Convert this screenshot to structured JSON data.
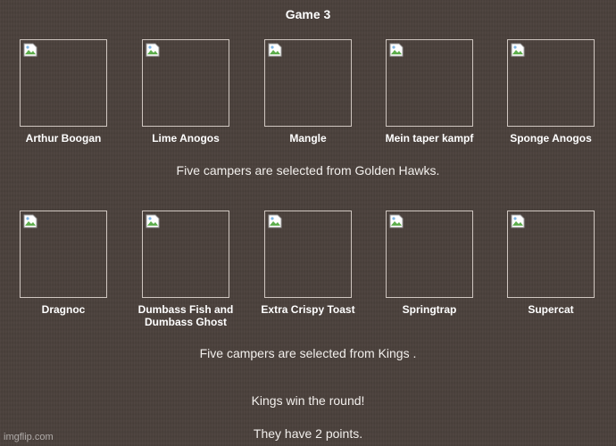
{
  "title": "Game 3",
  "groups": [
    {
      "campers": [
        {
          "name": "Arthur Boogan"
        },
        {
          "name": "Lime Anogos"
        },
        {
          "name": "Mangle"
        },
        {
          "name": "Mein taper kampf"
        },
        {
          "name": "Sponge Anogos"
        }
      ],
      "caption": "Five campers are selected from Golden Hawks."
    },
    {
      "campers": [
        {
          "name": "Dragnoc"
        },
        {
          "name": "Dumbass Fish and Dumbass Ghost"
        },
        {
          "name": "Extra Crispy Toast"
        },
        {
          "name": "Springtrap"
        },
        {
          "name": "Supercat"
        }
      ],
      "caption": "Five campers are selected from Kings ."
    }
  ],
  "result": {
    "line1": "Kings win the round!",
    "line2": "They have 2 points."
  },
  "watermark": "imgflip.com",
  "icon": "broken-image-icon"
}
